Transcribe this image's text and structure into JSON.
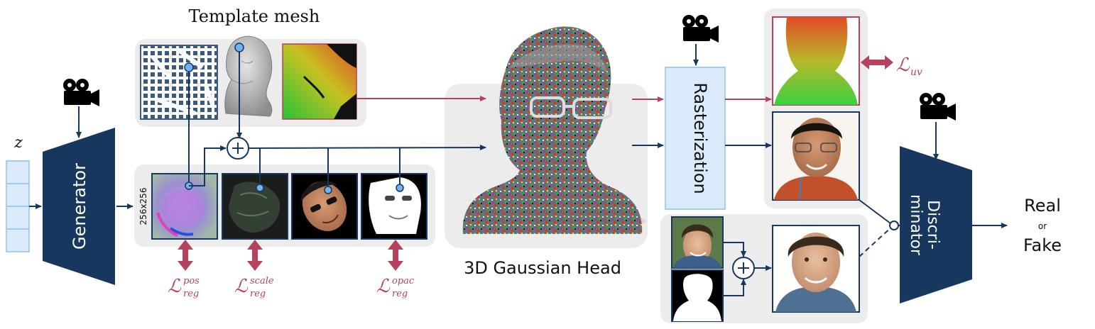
{
  "labels": {
    "template_mesh": "Template mesh",
    "z": "z",
    "generator": "Generator",
    "resolution": "256x256",
    "gaussian_head": "3D Gaussian Head",
    "rasterization": "Rasterization",
    "discriminator_line1": "Discri-",
    "discriminator_line2": "minator",
    "real": "Real",
    "or": "or",
    "fake": "Fake"
  },
  "losses": {
    "uv": {
      "symbol": "ℒ",
      "sub": "uv"
    },
    "pos": {
      "symbol": "ℒ",
      "sup": "pos",
      "sub": "reg"
    },
    "scale": {
      "symbol": "ℒ",
      "sup": "scale",
      "sub": "reg"
    },
    "opac": {
      "symbol": "ℒ",
      "sup": "opac",
      "sub": "reg"
    }
  },
  "colors": {
    "navy": "#17375e",
    "crimson": "#b5425f",
    "raster_fill": "#dbeafa",
    "raster_stroke": "#8fc0e6",
    "panel": "#ececec"
  },
  "icons": [
    "camera-icon",
    "plus-icon"
  ]
}
